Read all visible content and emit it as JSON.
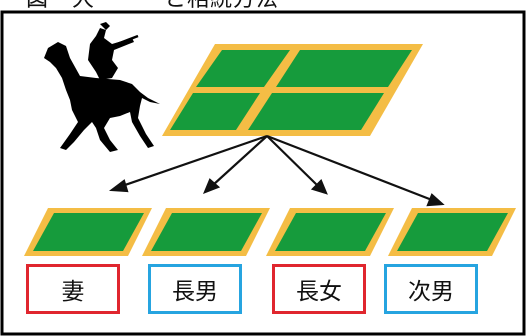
{
  "heading": "図　大　　　と相続方法",
  "figure": {
    "icon": "horse-rider-silhouette",
    "colors": {
      "plot_fill": "#169b3c",
      "plot_border": "#f4bd45",
      "frame": "#000000",
      "red_label": "#e0262e",
      "blue_label": "#26a4e0",
      "arrow": "#111111"
    },
    "heirs": [
      {
        "label": "妻",
        "border": "red"
      },
      {
        "label": "長男",
        "border": "blue"
      },
      {
        "label": "長女",
        "border": "red"
      },
      {
        "label": "次男",
        "border": "blue"
      }
    ]
  }
}
